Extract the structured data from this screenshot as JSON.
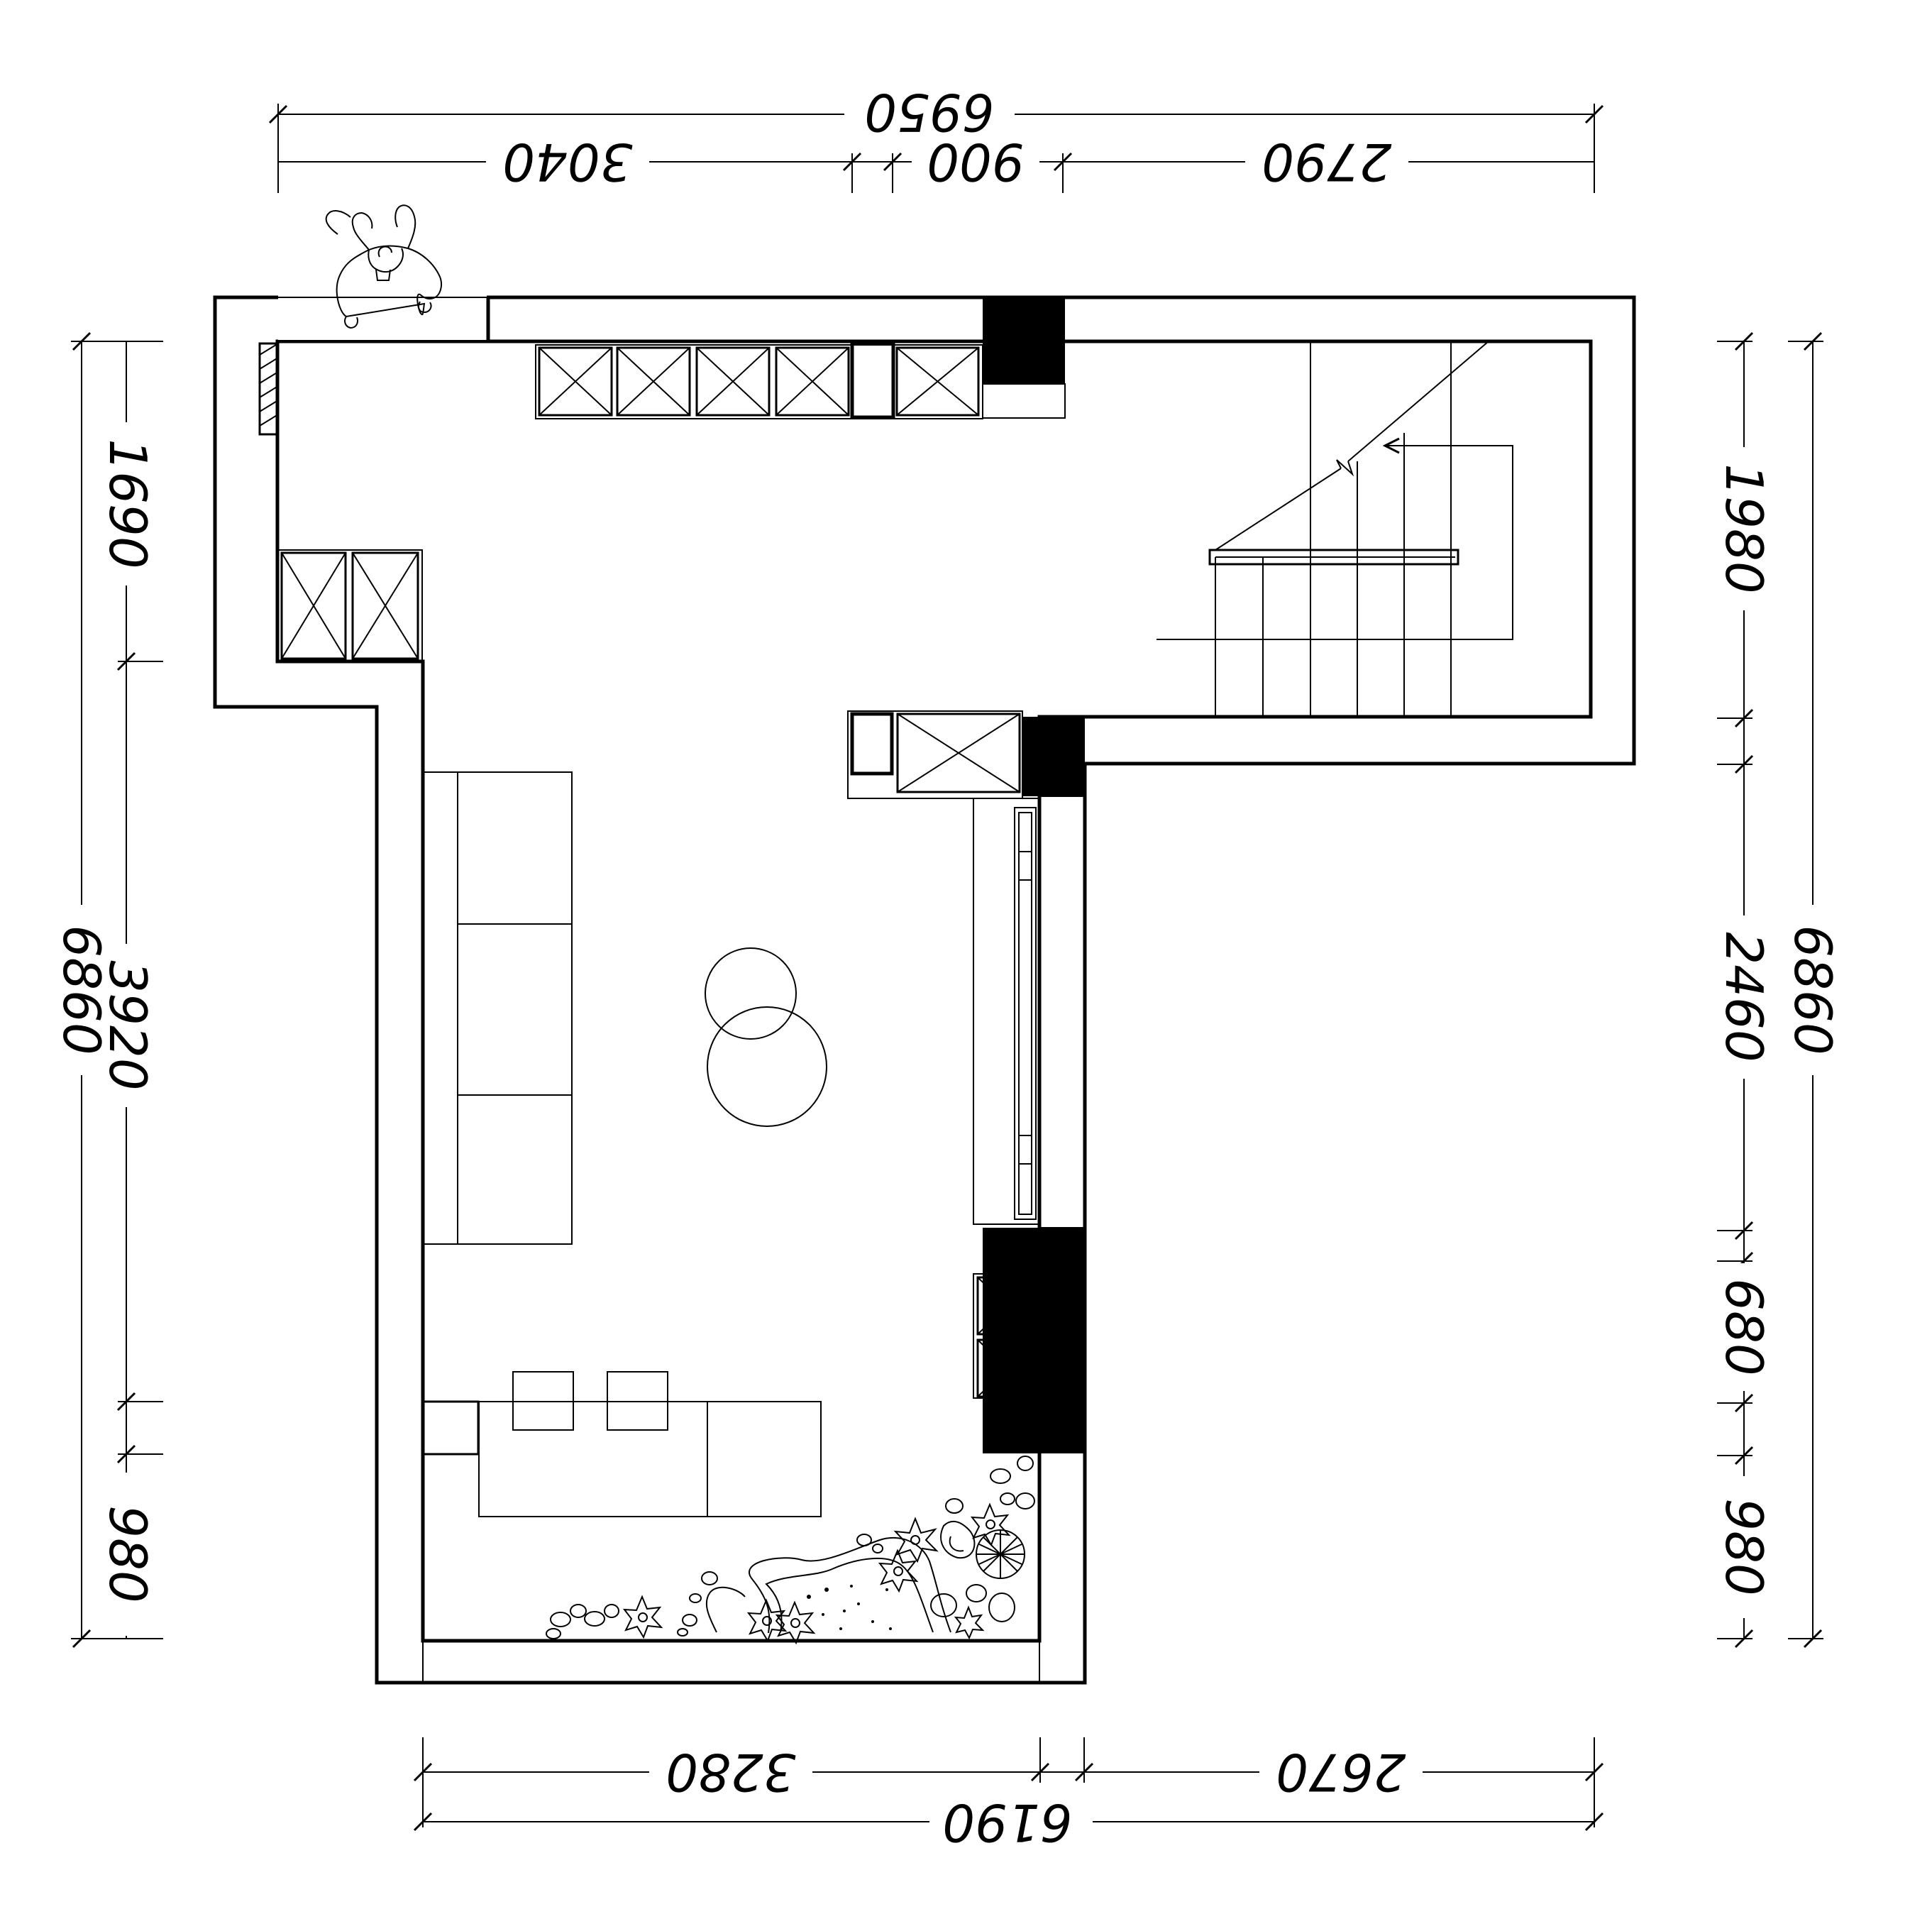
{
  "dimensions": {
    "top": {
      "overall": "6950",
      "segments": [
        "3040",
        "900",
        "2790"
      ]
    },
    "bottom": {
      "overall": "6190",
      "segments": [
        "3280",
        "2670"
      ]
    },
    "left": {
      "overall": "6860",
      "segments": [
        "1690",
        "3920",
        "980"
      ]
    },
    "right": {
      "overall": "6860",
      "segments": [
        "1980",
        "2460",
        "680",
        "980"
      ]
    }
  }
}
